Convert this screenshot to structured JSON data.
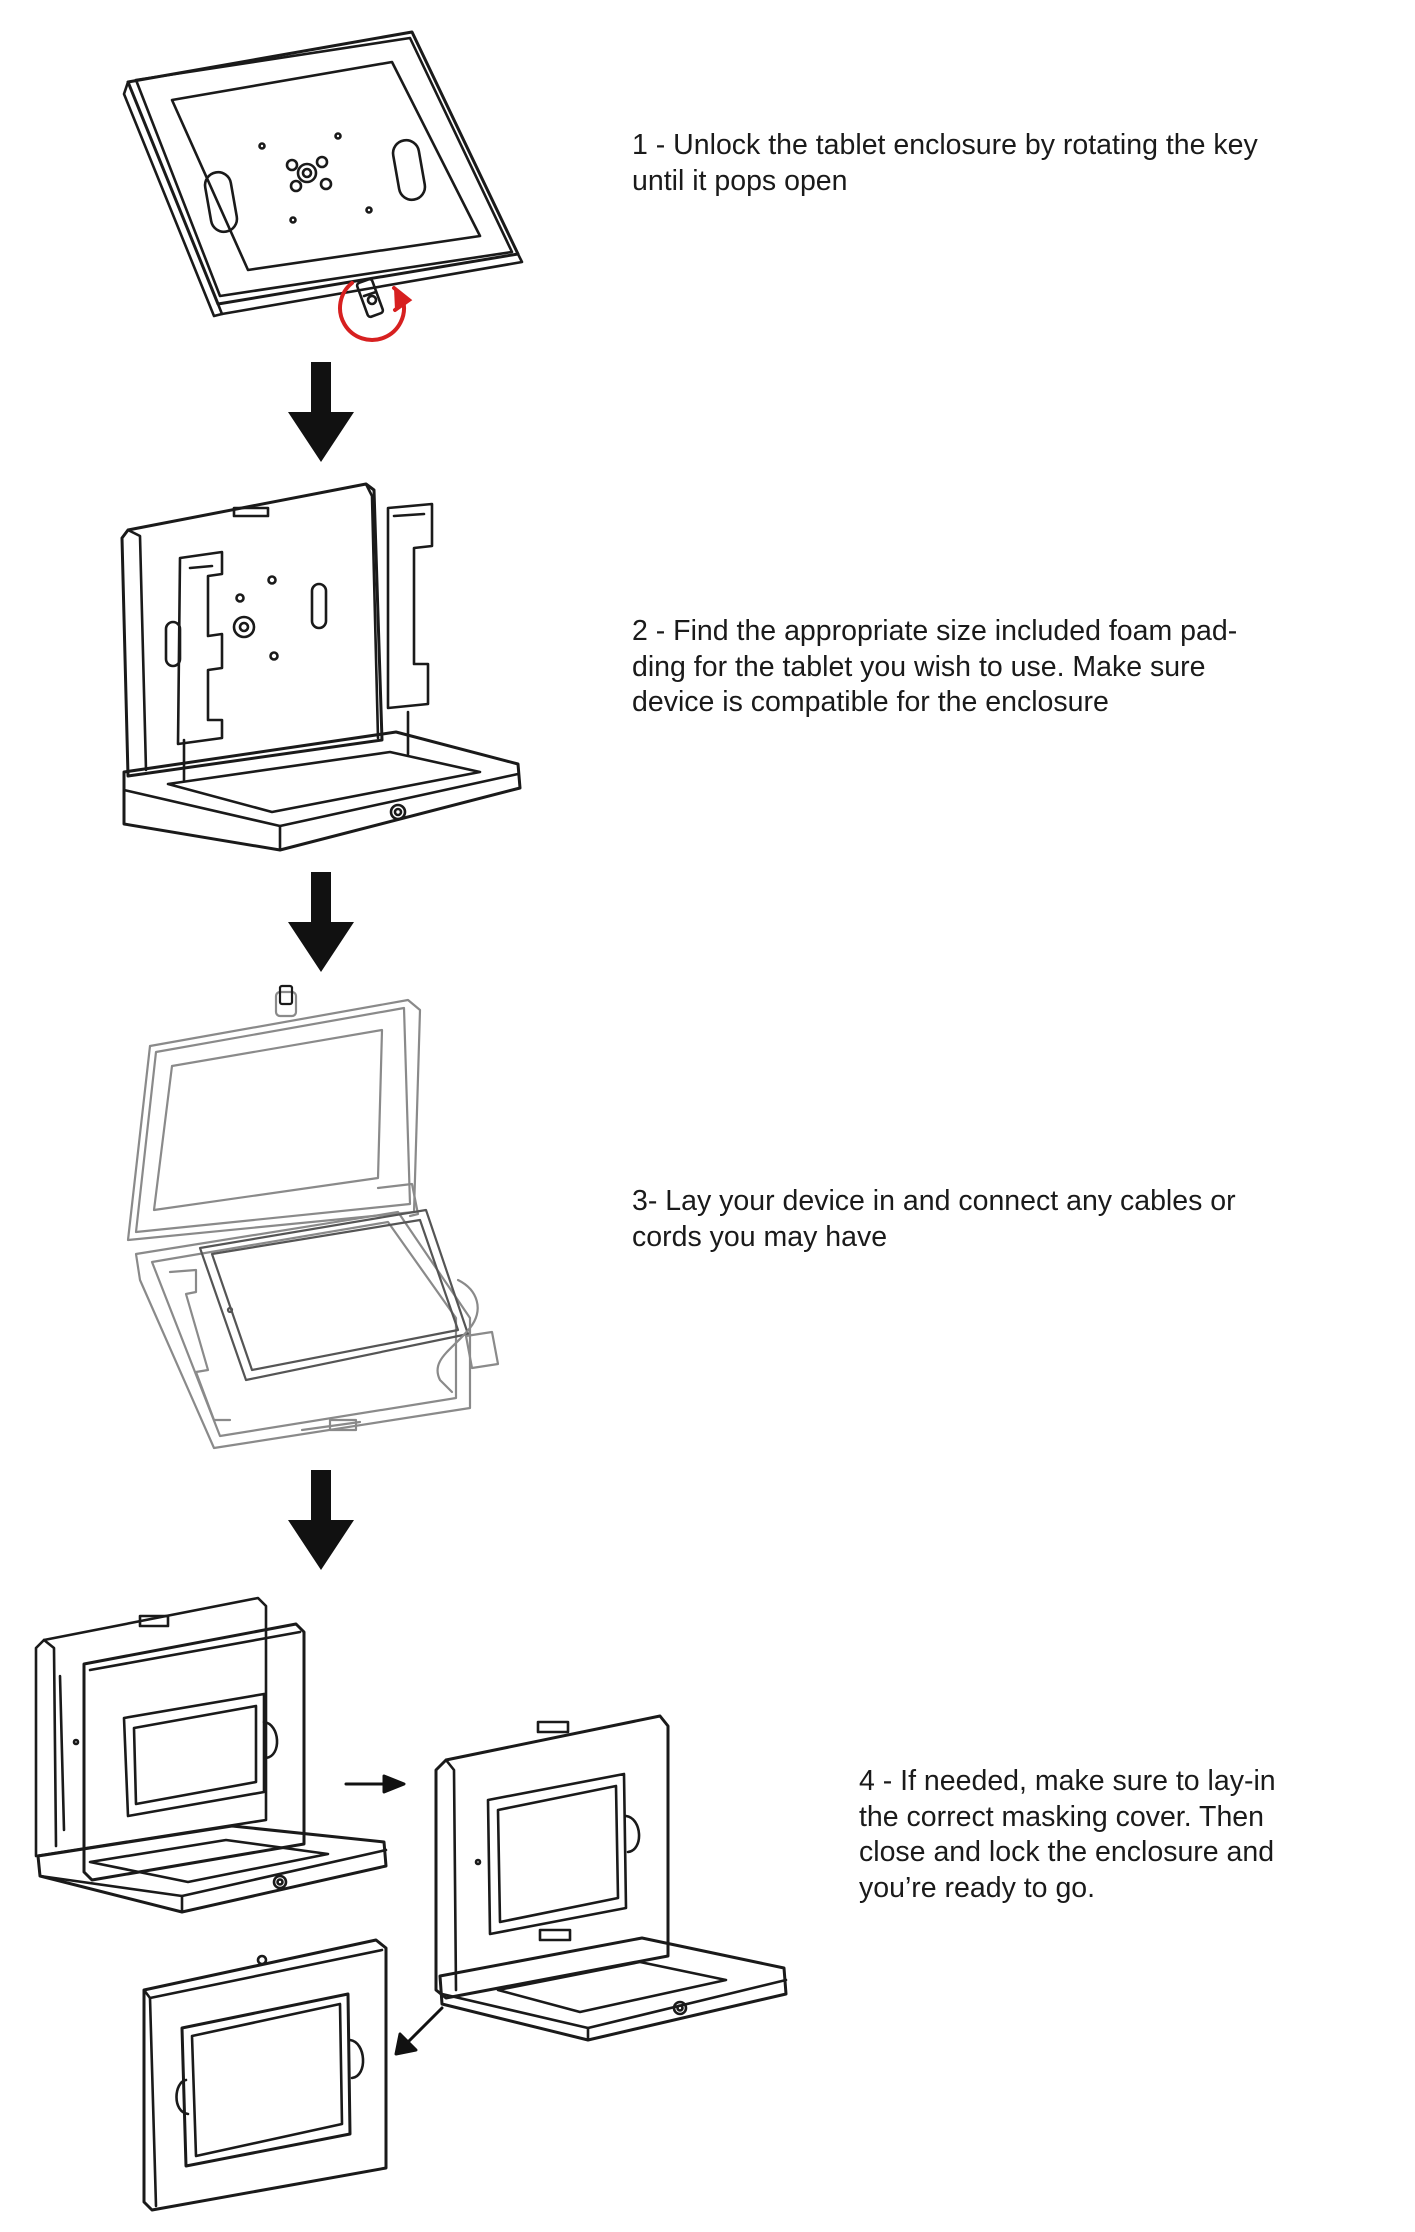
{
  "steps": [
    {
      "text": "1 - Unlock the tablet enclosure by rotating the key\nuntil it pops open"
    },
    {
      "text": "2 - Find the appropriate size included foam pad-\nding for the tablet you wish to use. Make sure\ndevice is compatible for the enclosure"
    },
    {
      "text": "3- Lay your device in and connect any cables or\ncords you may have"
    },
    {
      "text": "4 - If needed, make sure to lay-in\nthe correct masking cover. Then\nclose and lock the enclosure and\nyou’re ready to go."
    }
  ],
  "colors": {
    "line": "#1a1a1a",
    "faint_line": "#8a8a8a",
    "arrow": "#111111",
    "rotate_indicator": "#d72020",
    "background": "#ffffff"
  },
  "icons": [
    "key-icon",
    "rotate-arrow-icon",
    "down-arrow-icon",
    "right-arrow-icon",
    "down-left-arrow-icon"
  ]
}
